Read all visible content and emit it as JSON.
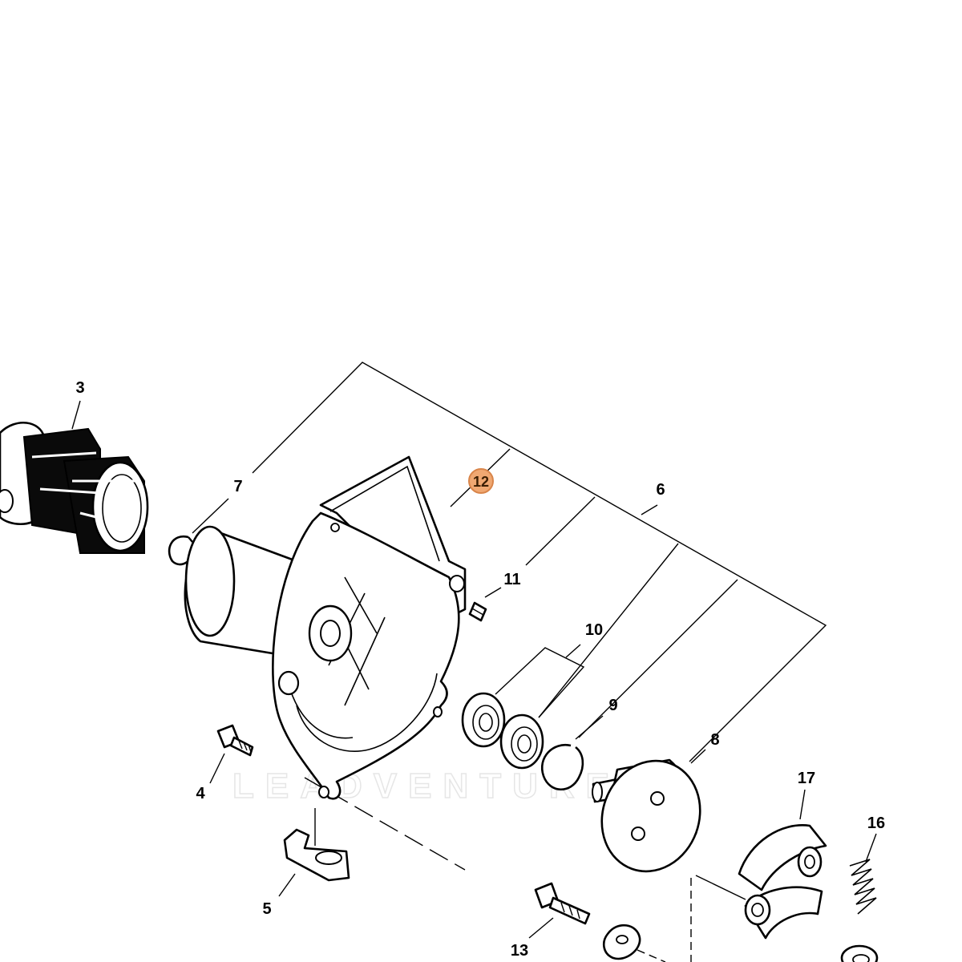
{
  "diagram": {
    "watermark": "LEADVENTURE",
    "highlight_color": "#f0a872",
    "callouts": [
      {
        "id": "3",
        "label": "3"
      },
      {
        "id": "4",
        "label": "4"
      },
      {
        "id": "5",
        "label": "5"
      },
      {
        "id": "6",
        "label": "6"
      },
      {
        "id": "7",
        "label": "7"
      },
      {
        "id": "8",
        "label": "8"
      },
      {
        "id": "9",
        "label": "9"
      },
      {
        "id": "10",
        "label": "10"
      },
      {
        "id": "11",
        "label": "11"
      },
      {
        "id": "12",
        "label": "12",
        "highlighted": true
      },
      {
        "id": "13",
        "label": "13"
      },
      {
        "id": "16",
        "label": "16"
      },
      {
        "id": "17",
        "label": "17"
      }
    ]
  }
}
